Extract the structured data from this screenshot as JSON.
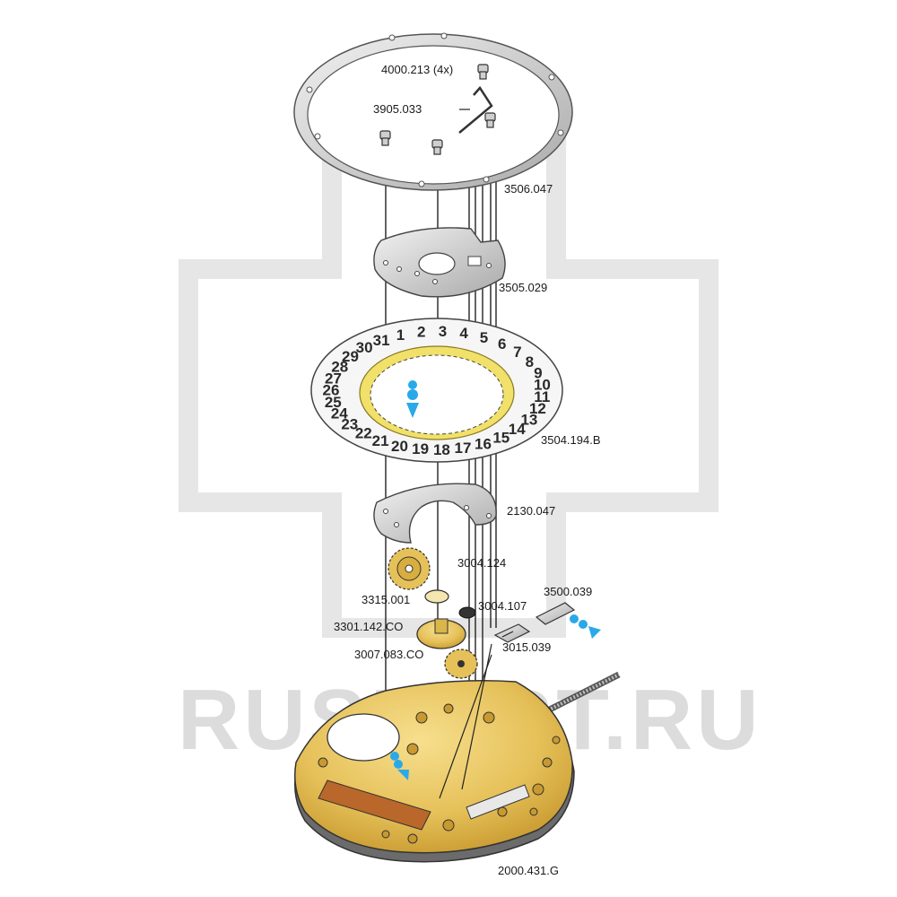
{
  "watermark": {
    "text": "RUSPART.RU"
  },
  "colors": {
    "steel": "#d9d9d9",
    "steel_edge": "#555555",
    "gold": "#e6c15a",
    "gold_dark": "#b88a2a",
    "yellow_ring": "#f1e06a",
    "blue_arrow": "#2aa9e8",
    "watermark": "#dcdcdc"
  },
  "parts": [
    {
      "id": "4000.213",
      "label": "4000.213 (4x)"
    },
    {
      "id": "3905.033",
      "label": "3905.033"
    },
    {
      "id": "3506.047",
      "label": "3506.047"
    },
    {
      "id": "3505.029",
      "label": "3505.029"
    },
    {
      "id": "3504.194.B",
      "label": "3504.194.B"
    },
    {
      "id": "2130.047",
      "label": "2130.047"
    },
    {
      "id": "3004.124",
      "label": "3004.124"
    },
    {
      "id": "3315.001",
      "label": "3315.001"
    },
    {
      "id": "3500.039",
      "label": "3500.039"
    },
    {
      "id": "3004.107",
      "label": "3004.107"
    },
    {
      "id": "3301.142.CO",
      "label": "3301.142.CO"
    },
    {
      "id": "3015.039",
      "label": "3015.039"
    },
    {
      "id": "3007.083.CO",
      "label": "3007.083.CO"
    },
    {
      "id": "2000.431.G",
      "label": "2000.431.G"
    }
  ],
  "date_disc": {
    "numbers": [
      "1",
      "2",
      "3",
      "4",
      "5",
      "6",
      "7",
      "8",
      "9",
      "10",
      "11",
      "12",
      "13",
      "14",
      "15",
      "16",
      "17",
      "18",
      "19",
      "20",
      "21",
      "22",
      "23",
      "24",
      "25",
      "26",
      "27",
      "28",
      "29",
      "30",
      "31"
    ]
  }
}
